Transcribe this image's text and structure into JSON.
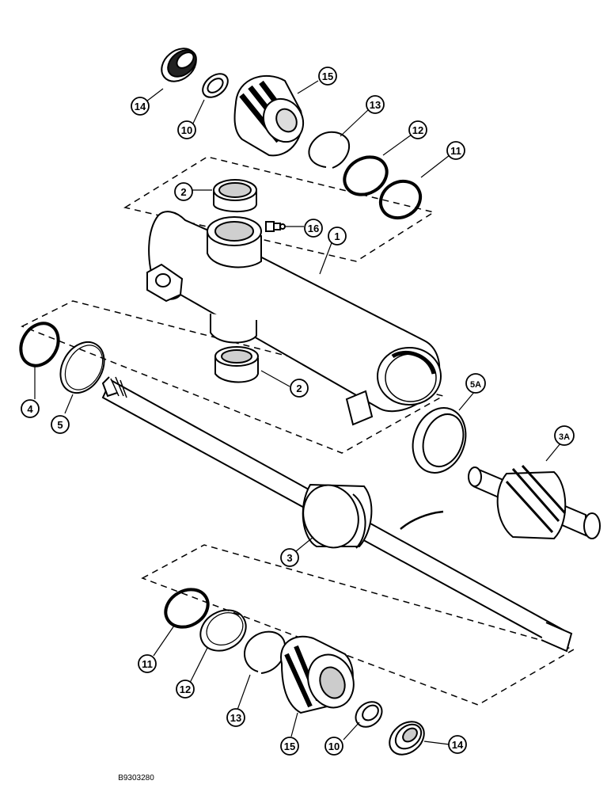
{
  "diagram": {
    "drawing_number": "B9303280",
    "callouts": {
      "c14_top": "14",
      "c10_top": "10",
      "c15_top": "15",
      "c13_top": "13",
      "c12_top": "12",
      "c11_top": "11",
      "c2_top": "2",
      "c16": "16",
      "c1": "1",
      "c4": "4",
      "c5": "5",
      "c2_bottom": "2",
      "c5a": "5A",
      "c3a": "3A",
      "c3": "3",
      "c11_bottom": "11",
      "c12_bottom": "12",
      "c13_bottom": "13",
      "c15_bottom": "15",
      "c10_bottom": "10",
      "c14_bottom": "14"
    }
  }
}
